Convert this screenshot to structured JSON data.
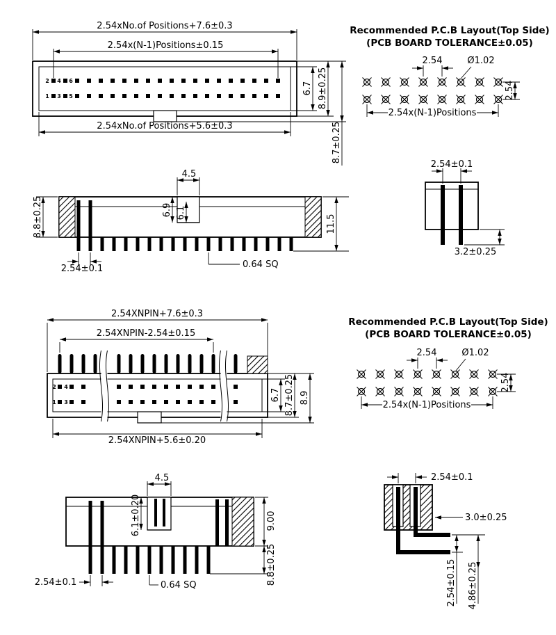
{
  "figures": {
    "top_view_long": {
      "dim_overall_top": "2.54xNo.of Positions+7.6±0.3",
      "dim_positions": "2.54x(N-1)Positions±0.15",
      "dim_overall_bottom": "2.54xNo.of Positions+5.6±0.3",
      "dim_cavity_height": "6.7",
      "dim_body_height": "8.9±0.25",
      "dim_total_height": "8.7±0.25",
      "pins": {
        "p2": "2",
        "p4": "4",
        "p6": "6",
        "p1": "1",
        "p3": "3",
        "p5": "5"
      }
    },
    "pcb_layout_top": {
      "title": "Recommended P.C.B Layout(Top Side)",
      "subtitle": "(PCB BOARD TOLERANCE±0.05)",
      "dim_pitch": "2.54",
      "dim_hole_dia": "Ø1.02",
      "dim_span": "2.54x(N-1)Positions",
      "dim_row_pitch": "2.54"
    },
    "end_view_straight": {
      "dim_pitch": "2.54±0.1",
      "dim_tail_length": "3.2±0.25"
    },
    "side_view_straight": {
      "dim_slot_width": "4.5",
      "dim_slot_depth_outer": "6.9",
      "dim_slot_depth_inner": "6.1",
      "dim_body_height": "8.8±0.25",
      "dim_total_height": "11.5",
      "dim_pin_pitch": "2.54±0.1",
      "dim_pin_section": "0.64 SQ"
    },
    "top_view_short": {
      "dim_overall_top": "2.54XNPIN+7.6±0.3",
      "dim_positions": "2.54XNPIN-2.54±0.15",
      "dim_overall_bottom": "2.54XNPIN+5.6±0.20",
      "dim_cavity_height": "6.7",
      "dim_body_height": "8.7±0.25",
      "dim_total_height": "8.9",
      "pins": {
        "p2": "2",
        "p4": "4",
        "p1": "1",
        "p3": "3"
      }
    },
    "pcb_layout_bottom": {
      "title": "Recommended P.C.B Layout(Top Side)",
      "subtitle": "(PCB BOARD TOLERANCE±0.05)",
      "dim_pitch": "2.54",
      "dim_hole_dia": "Ø1.02",
      "dim_span": "2.54x(N-1)Positions",
      "dim_row_pitch": "2.54"
    },
    "side_view_tall": {
      "dim_slot_depth": "6.1±0.20",
      "dim_slot_width": "4.5",
      "dim_body_height": "9.00",
      "dim_tail_length": "8.8±0.25",
      "dim_pin_pitch": "2.54±0.1",
      "dim_pin_section": "0.64 SQ"
    },
    "right_angle_view": {
      "dim_pitch": "2.54±0.1",
      "dim_standoff": "3.0±0.25",
      "dim_row_spacing": "2.54±0.15",
      "dim_pin_height": "4.86±0.25"
    }
  }
}
